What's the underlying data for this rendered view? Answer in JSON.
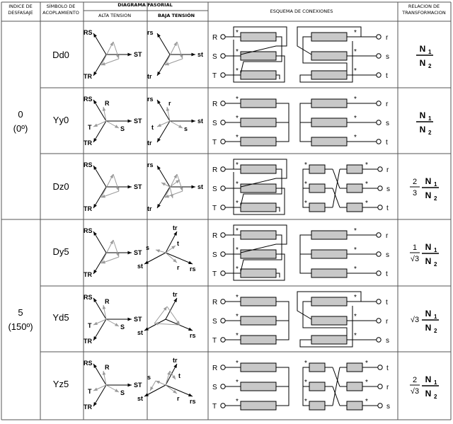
{
  "header": {
    "col_index": [
      "INDICE DE",
      "DESFASAJE"
    ],
    "col_symbol": [
      "SÍMBOLO DE",
      "ACOPLAMIENTO"
    ],
    "col_phasor": "DIAGRAMA FASORIAL",
    "col_phasor_high": "ALTA TENSION",
    "col_phasor_low": "BAJA TENSIÓN",
    "col_scheme": "ESQUEMA DE CONEXIONES",
    "col_ratio": [
      "RELACION DE",
      "TRANSFORMACION"
    ]
  },
  "groups": [
    {
      "index": "0",
      "angle": "(0º)"
    },
    {
      "index": "5",
      "angle": "(150º)"
    }
  ],
  "rows": [
    {
      "code": "Dd0",
      "ratio": {
        "coef_num": "",
        "coef_den": "",
        "num": "N",
        "num_sub": "1",
        "den": "N",
        "den_sub": "2"
      }
    },
    {
      "code": "Yy0",
      "ratio": {
        "coef_num": "",
        "coef_den": "",
        "num": "N",
        "num_sub": "1",
        "den": "N",
        "den_sub": "2"
      }
    },
    {
      "code": "Dz0",
      "ratio": {
        "coef_num": "2",
        "coef_den": "3",
        "num": "N",
        "num_sub": "1",
        "den": "N",
        "den_sub": "2"
      }
    },
    {
      "code": "Dy5",
      "ratio": {
        "coef_num": "1",
        "coef_den": "√3",
        "num": "N",
        "num_sub": "1",
        "den": "N",
        "den_sub": "2"
      }
    },
    {
      "code": "Yd5",
      "ratio": {
        "coef_num": "√3",
        "coef_den": "",
        "num": "N",
        "num_sub": "1",
        "den": "N",
        "den_sub": "2"
      }
    },
    {
      "code": "Yz5",
      "ratio": {
        "coef_num": "2",
        "coef_den": "√3",
        "num": "N",
        "num_sub": "1",
        "den": "N",
        "den_sub": "2"
      }
    }
  ],
  "phasor_labels": {
    "high": {
      "rs": "RS",
      "st": "ST",
      "tr": "TR",
      "r": "R",
      "s": "S",
      "t": "T"
    },
    "low": {
      "rs": "rs",
      "st": "st",
      "tr": "tr",
      "r": "r",
      "s": "s",
      "t": "t"
    }
  },
  "terminals": {
    "high": [
      "R",
      "S",
      "T"
    ],
    "low_order": [
      [
        "r",
        "s",
        "t"
      ],
      [
        "r",
        "s",
        "t"
      ],
      [
        "r",
        "s",
        "t"
      ],
      [
        "r",
        "s",
        "t"
      ],
      [
        "t",
        "r",
        "s"
      ],
      [
        "t",
        "r",
        "s"
      ]
    ]
  },
  "polarity_mark": "*",
  "colors": {
    "line": "#000000",
    "grid": "#555555",
    "winding": "#c8c8c8",
    "phasor_gray": "#9a9a9a"
  }
}
